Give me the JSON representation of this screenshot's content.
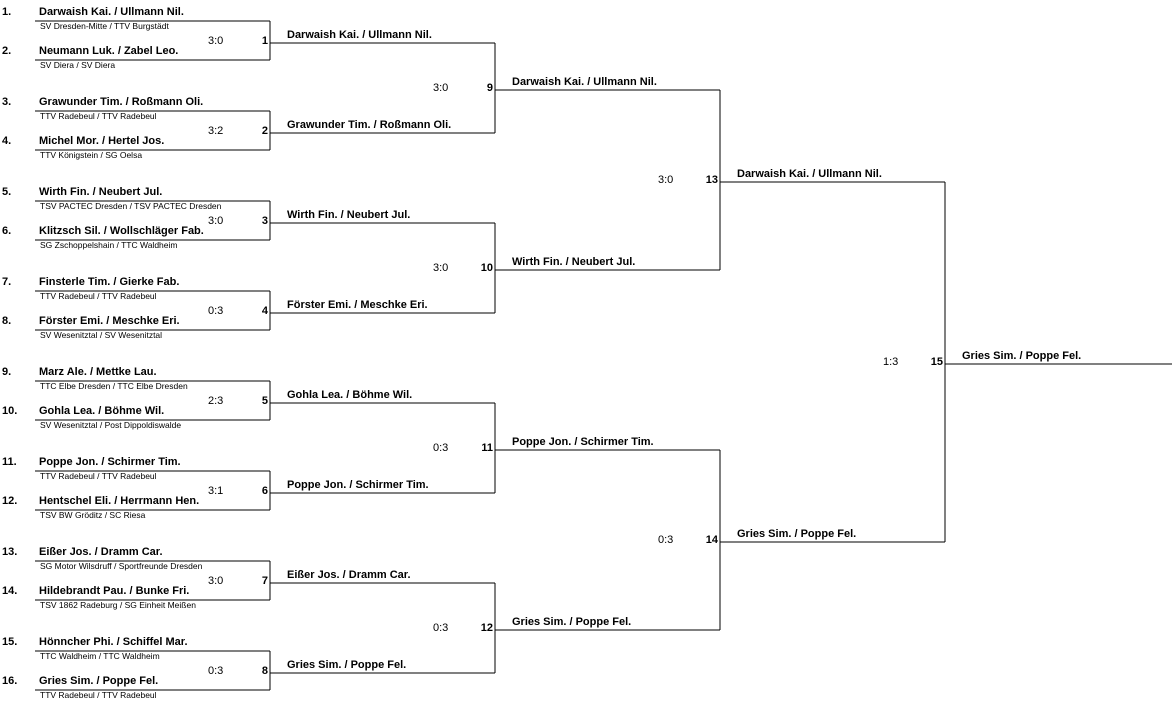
{
  "players": [
    {
      "seed": "1.",
      "name": "Darwaish Kai. / Ullmann Nil.",
      "club": "SV Dresden-Mitte / TTV Burgstädt"
    },
    {
      "seed": "2.",
      "name": "Neumann Luk. / Zabel Leo.",
      "club": "SV Diera / SV Diera"
    },
    {
      "seed": "3.",
      "name": "Grawunder Tim. / Roßmann Oli.",
      "club": "TTV Radebeul / TTV Radebeul"
    },
    {
      "seed": "4.",
      "name": "Michel Mor. / Hertel Jos.",
      "club": "TTV Königstein / SG Oelsa"
    },
    {
      "seed": "5.",
      "name": "Wirth Fin. / Neubert Jul.",
      "club": "TSV PACTEC Dresden / TSV PACTEC Dresden"
    },
    {
      "seed": "6.",
      "name": "Klitzsch Sil. / Wollschläger Fab.",
      "club": "SG Zschoppelshain / TTC Waldheim"
    },
    {
      "seed": "7.",
      "name": "Finsterle Tim. / Gierke Fab.",
      "club": "TTV Radebeul / TTV Radebeul"
    },
    {
      "seed": "8.",
      "name": "Förster Emi. / Meschke Eri.",
      "club": "SV Wesenitztal / SV Wesenitztal"
    },
    {
      "seed": "9.",
      "name": "Marz Ale. / Mettke Lau.",
      "club": "TTC Elbe Dresden / TTC Elbe Dresden"
    },
    {
      "seed": "10.",
      "name": "Gohla Lea. / Böhme Wil.",
      "club": "SV Wesenitztal / Post Dippoldiswalde"
    },
    {
      "seed": "11.",
      "name": "Poppe Jon. / Schirmer Tim.",
      "club": "TTV Radebeul / TTV Radebeul"
    },
    {
      "seed": "12.",
      "name": "Hentschel Eli. / Herrmann Hen.",
      "club": "TSV BW Gröditz / SC  Riesa"
    },
    {
      "seed": "13.",
      "name": "Eißer Jos. / Dramm Car.",
      "club": "SG Motor Wilsdruff / Sportfreunde Dresden"
    },
    {
      "seed": "14.",
      "name": "Hildebrandt Pau. / Bunke Fri.",
      "club": "TSV 1862 Radeburg / SG Einheit Meißen"
    },
    {
      "seed": "15.",
      "name": "Hönncher Phi. / Schiffel Mar.",
      "club": "TTC Waldheim / TTC Waldheim"
    },
    {
      "seed": "16.",
      "name": "Gries Sim. / Poppe Fel.",
      "club": "TTV Radebeul / TTV Radebeul"
    }
  ],
  "matches": [
    {
      "num": "1",
      "score": "3:0",
      "winner": "Darwaish Kai. / Ullmann Nil."
    },
    {
      "num": "2",
      "score": "3:2",
      "winner": "Grawunder Tim. / Roßmann Oli."
    },
    {
      "num": "3",
      "score": "3:0",
      "winner": "Wirth Fin. / Neubert Jul."
    },
    {
      "num": "4",
      "score": "0:3",
      "winner": "Förster Emi. / Meschke Eri."
    },
    {
      "num": "5",
      "score": "2:3",
      "winner": "Gohla Lea. / Böhme Wil."
    },
    {
      "num": "6",
      "score": "3:1",
      "winner": "Poppe Jon. / Schirmer Tim."
    },
    {
      "num": "7",
      "score": "3:0",
      "winner": "Eißer Jos. / Dramm Car."
    },
    {
      "num": "8",
      "score": "0:3",
      "winner": "Gries Sim. / Poppe Fel."
    },
    {
      "num": "9",
      "score": "3:0",
      "winner": "Darwaish Kai. / Ullmann Nil."
    },
    {
      "num": "10",
      "score": "3:0",
      "winner": "Wirth Fin. / Neubert Jul."
    },
    {
      "num": "11",
      "score": "0:3",
      "winner": "Poppe Jon. / Schirmer Tim."
    },
    {
      "num": "12",
      "score": "0:3",
      "winner": "Gries Sim. / Poppe Fel."
    },
    {
      "num": "13",
      "score": "3:0",
      "winner": "Darwaish Kai. / Ullmann Nil."
    },
    {
      "num": "14",
      "score": "0:3",
      "winner": "Gries Sim. / Poppe Fel."
    },
    {
      "num": "15",
      "score": "1:3",
      "winner": "Gries Sim. / Poppe Fel."
    }
  ]
}
